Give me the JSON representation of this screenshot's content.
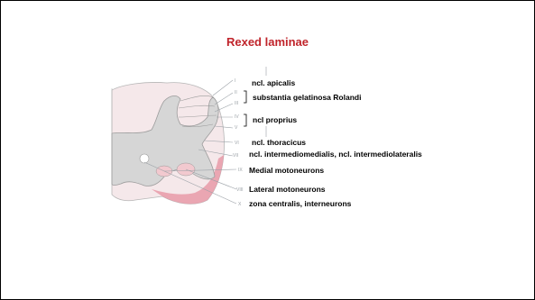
{
  "slide": {
    "title": "Rexed laminae"
  },
  "laminae": [
    {
      "numeral": "I",
      "label": "ncl. apicalis"
    },
    {
      "numeral": "II",
      "label": ""
    },
    {
      "numeral": "III",
      "label": ""
    },
    {
      "numeral": "IV",
      "label": ""
    },
    {
      "numeral": "V",
      "label": ""
    },
    {
      "numeral": "VI",
      "label": "ncl. thoracicus"
    },
    {
      "numeral": "VII",
      "label": "ncl. intermediomedialis, ncl. intermediolateralis"
    },
    {
      "numeral": "IX",
      "label": "Medial motoneurons"
    },
    {
      "numeral": "VIII",
      "label": "Lateral motoneurons"
    },
    {
      "numeral": "X",
      "label": "zona centralis, interneurons"
    }
  ],
  "group_labels": {
    "II_III": "substantia gelatinosa Rolandi",
    "IV_V": "ncl proprius"
  },
  "colors": {
    "title": "#c0242b",
    "gray_matter": "#d6d6d6",
    "white_matter": "#f5e8ea",
    "pia": "#e79aa8",
    "leader": "#9aa0a6"
  }
}
